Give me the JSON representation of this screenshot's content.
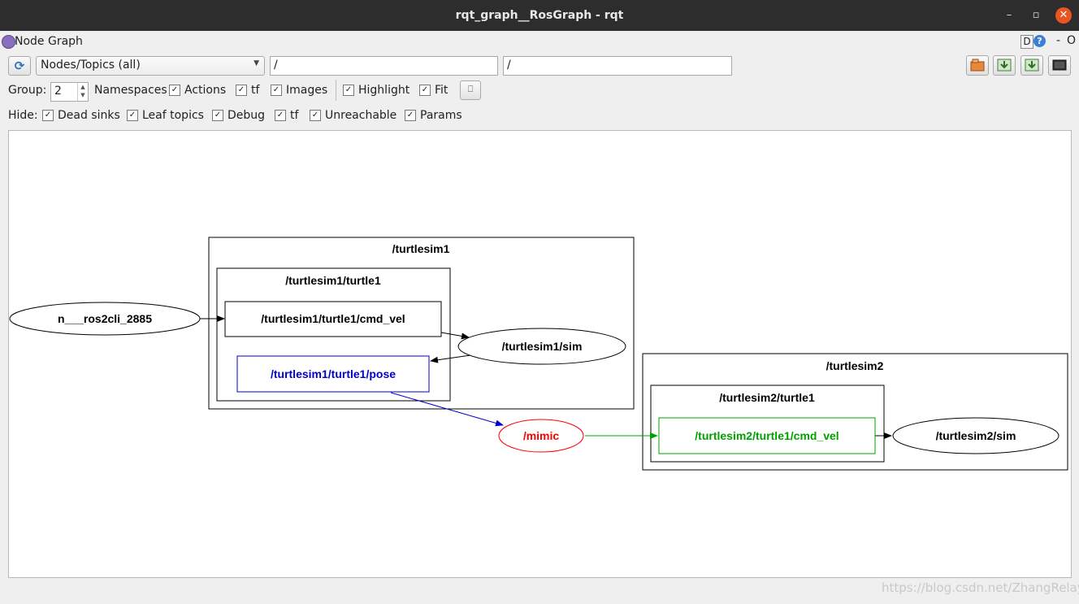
{
  "window": {
    "title": "rqt_graph__RosGraph - rqt",
    "controls": {
      "minimize": "–",
      "maximize": "▫",
      "close": "✕"
    }
  },
  "plugin_header": {
    "title": "Node Graph",
    "d_label": "D",
    "help_label": "?",
    "minimize": "-",
    "float": "O"
  },
  "toolbar": {
    "refresh_icon": "refresh-icon",
    "mode": "Nodes/Topics (all)",
    "node_filter": "/",
    "topic_filter": "/",
    "buttons": [
      "load-icon",
      "save-dot-icon",
      "save-svg-icon",
      "screenshot-icon"
    ]
  },
  "options": {
    "group_label": "Group:",
    "group_value": "2",
    "namespaces": "Namespaces",
    "actions": "Actions",
    "tf": "tf",
    "images": "Images",
    "highlight": "Highlight",
    "fit": "Fit"
  },
  "hide": {
    "label": "Hide:",
    "dead_sinks": "Dead sinks",
    "leaf_topics": "Leaf topics",
    "debug": "Debug",
    "tf": "tf",
    "unreachable": "Unreachable",
    "params": "Params"
  },
  "graph": {
    "colors": {
      "default": "#000000",
      "blue": "#0000cc",
      "red": "#ff0000",
      "green": "#00a000"
    },
    "clusters": {
      "turtlesim1": "/turtlesim1",
      "turtlesim1_turtle1": "/turtlesim1/turtle1",
      "turtlesim2": "/turtlesim2",
      "turtlesim2_turtle1": "/turtlesim2/turtle1"
    },
    "nodes": {
      "ros2cli": "n___ros2cli_2885",
      "sim1": "/turtlesim1/sim",
      "mimic": "/mimic",
      "sim2": "/turtlesim2/sim"
    },
    "topics": {
      "cmd_vel1": "/turtlesim1/turtle1/cmd_vel",
      "pose1": "/turtlesim1/turtle1/pose",
      "cmd_vel2": "/turtlesim2/turtle1/cmd_vel"
    }
  },
  "watermark": "https://blog.csdn.net/ZhangRelay"
}
